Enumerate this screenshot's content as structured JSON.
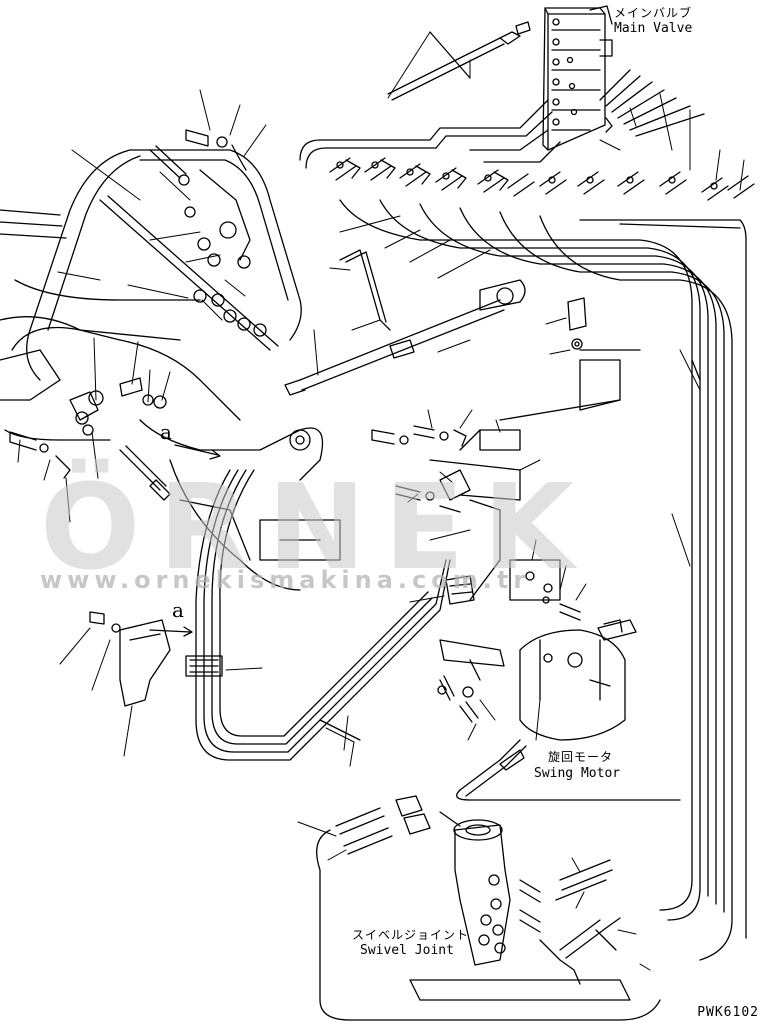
{
  "labels": {
    "main_valve_jp": "メインバルブ",
    "main_valve_en": "Main Valve",
    "swing_motor_jp": "旋回モータ",
    "swing_motor_en": "Swing Motor",
    "swivel_joint_jp": "スイベルジョイント",
    "swivel_joint_en": "Swivel Joint",
    "view_callout_upper": "a",
    "view_callout_lower": "a",
    "drawing_code": "PWK6102"
  },
  "watermark": {
    "brand": "ÖRNEK",
    "url": "www.ornekismakina.com.tr",
    "color": "#c8c8c8"
  },
  "colors": {
    "line": "#000000",
    "background": "#ffffff"
  }
}
